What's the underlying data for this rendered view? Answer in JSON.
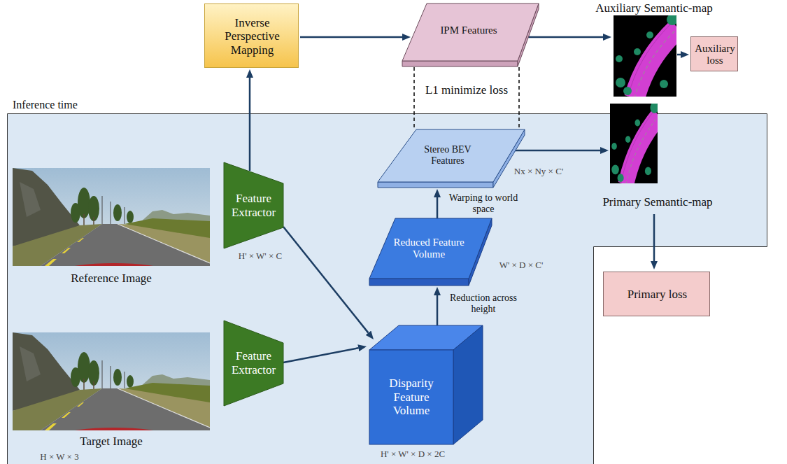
{
  "diagram": {
    "nodes": [
      {
        "text": [
          "Inverse Perspective Mapping"
        ]
      },
      {
        "text": [
          "IPM Features"
        ]
      },
      {
        "text": [
          "Auxiliary Semantic-map"
        ]
      },
      {
        "text": [
          "Auxiliary loss"
        ]
      },
      {
        "text": [
          "Inference time"
        ]
      },
      {
        "text": [
          "Reference Image"
        ],
        "in": 4
      },
      {
        "text": [
          "Target Image"
        ],
        "in": 4
      },
      {
        "text": [
          "Feature Extractor"
        ],
        "in": 4
      },
      {
        "text": [
          "Feature Extractor"
        ],
        "in": 4
      },
      {
        "text": [
          "Disparity Feature Volume"
        ],
        "in": 4
      },
      {
        "text": [
          "Reduced Feature Volume"
        ],
        "in": 4
      },
      {
        "text": [
          "Stereo BEV Features"
        ],
        "in": 4
      },
      {
        "text": [
          "Primary Semantic-map"
        ],
        "in": 4
      },
      {
        "text": [
          "Primary loss"
        ]
      }
    ],
    "edges": [
      {
        "from": 7,
        "to": 0,
        "arrow": "to"
      },
      {
        "from": 0,
        "to": 1,
        "arrow": "to"
      },
      {
        "from": 1,
        "to": 2,
        "arrow": "to"
      },
      {
        "from": 2,
        "to": 3,
        "arrow": "to"
      },
      {
        "from": 7,
        "to": 9,
        "arrow": "to"
      },
      {
        "from": 8,
        "to": 9,
        "arrow": "to"
      },
      {
        "from": 9,
        "to": 10,
        "arrow": "to",
        "label": "Reduction across height"
      },
      {
        "from": 10,
        "to": 11,
        "arrow": "to",
        "label": "Warping to world space"
      },
      {
        "from": 11,
        "to": 12,
        "arrow": "to"
      },
      {
        "from": 12,
        "to": 13,
        "arrow": "to"
      },
      {
        "from": 1,
        "to": 11,
        "arrow": "none",
        "label": "L1 minimize loss"
      }
    ],
    "labels": [
      "H' × W' × C",
      "H × W × 3",
      "H' × W' × D × 2C",
      "W' × D × C'",
      "Nx × Ny × C'"
    ]
  }
}
